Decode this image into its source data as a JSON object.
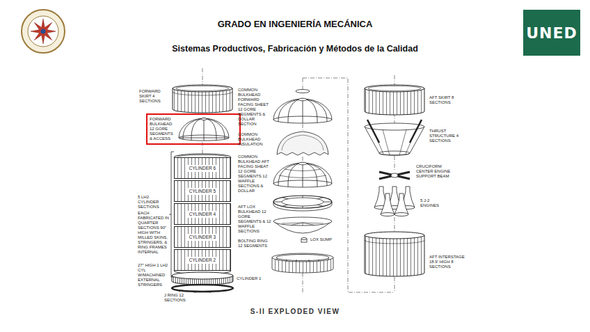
{
  "diagram": {
    "title": "GRADO EN INGENIERÍA MECÁNICA",
    "caption": "S-II EXPLODED VIEW",
    "nodes": [
      {
        "text": [
          "UNED"
        ]
      },
      {
        "text": [
          "FORWARD BULKHEAD 12 GORE SEGMENTS & ACCESS"
        ]
      },
      {
        "text": [
          "CYLINDER 6"
        ]
      },
      {
        "text": [
          "CYLINDER 5"
        ]
      },
      {
        "text": [
          "CYLINDER 4"
        ]
      },
      {
        "text": [
          "CYLINDER 3"
        ]
      },
      {
        "text": [
          "CYLINDER 2"
        ]
      }
    ],
    "labels": [
      "Sistemas Productivos, Fabricación y Métodos de la Calidad",
      "FORWARD SKIRT 4 SECTIONS",
      "5 LH2 CYLINDER SECTIONS",
      "EACH FABRICATED IN QUARTER SECTIONS 90\" HIGH WITH MILLED SKINS, STRINGERS, & RING FRAMES INTERNAL",
      "27\" HIGH 1 LH2 CYL W/MACHINED EXTERNAL STRINGERS",
      "CYLINDER 1",
      "J RING 12 SECTIONS",
      "COMMON BULKHEAD FORWARD FACING SHEET 12 GORE SEGMENTS & DOLLAR SECTION",
      "COMMON BULKHEAD INSULATION",
      "COMMON BULKHEAD AFT FACING SHEAT 12 GORE SEGMENTS 12 WAFFLE SECTIONS & DOLLAR",
      "AFT LOX BULKHEAD 12 GORE SEGMENTS & 12 WAFFLE SECTIONS",
      "BOLTING RING 12 SEGMENTS",
      "LOX SUMP",
      "AFT SKIRT 8 SECTIONS",
      "THRUST STRUCTURE 4 SECTIONS",
      "CRUCIFORM CENTER ENGINE SUPPORT BEAM",
      "5 J-2 ENGINES",
      "AFT INTERSTAGE 18.9' HIGH 8 SECTIONS"
    ]
  }
}
